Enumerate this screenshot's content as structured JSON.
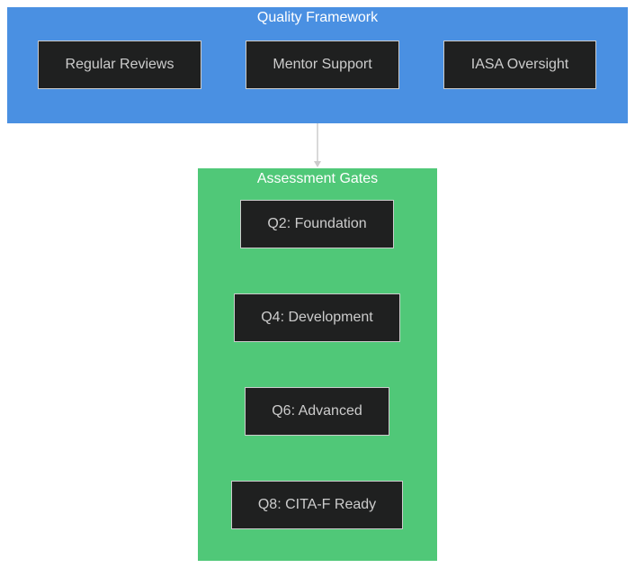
{
  "clusters": {
    "quality": {
      "title": "Quality Framework",
      "color": "#4a90e2",
      "nodes": [
        "Regular Reviews",
        "Mentor Support",
        "IASA Oversight"
      ]
    },
    "gates": {
      "title": "Assessment Gates",
      "color": "#50c878",
      "nodes": [
        "Q2: Foundation",
        "Q4: Development",
        "Q6: Advanced",
        "Q8: CITA-F Ready"
      ]
    }
  },
  "edges": [
    {
      "from": "Quality Framework",
      "to": "Assessment Gates"
    }
  ],
  "colors": {
    "node_fill": "#1f2020",
    "node_border": "#cccccc",
    "node_text": "#cccccc",
    "edge": "#cccccc"
  }
}
